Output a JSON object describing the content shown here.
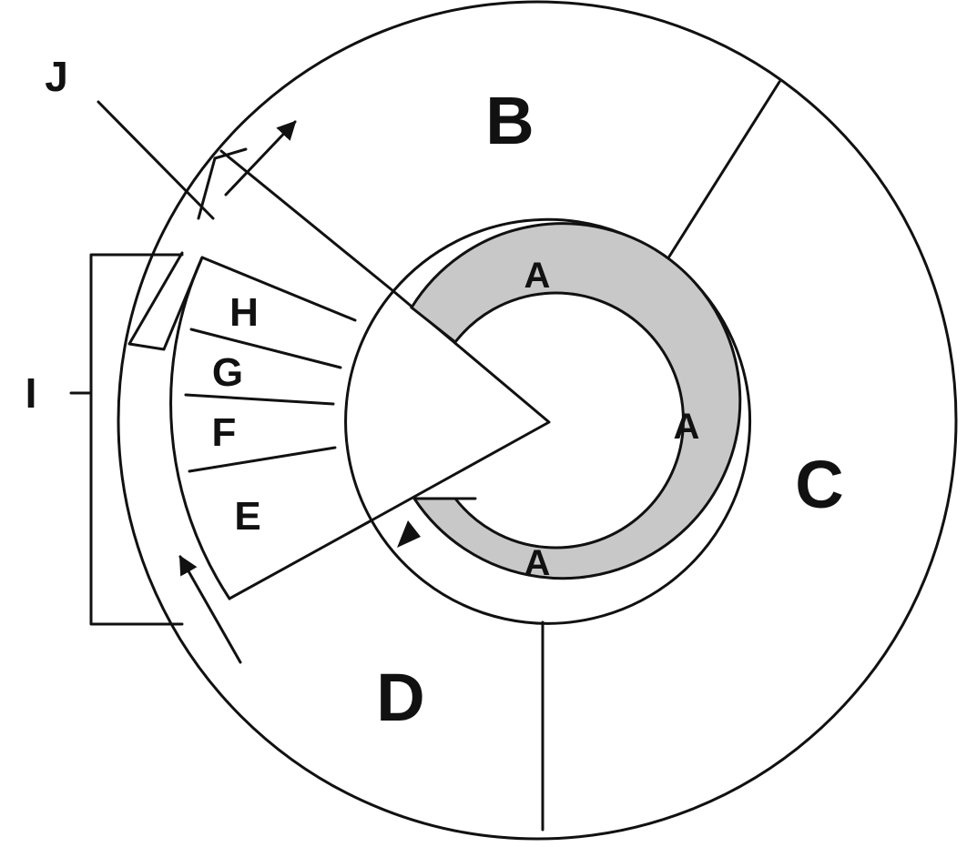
{
  "diagram": {
    "labels": {
      "a_top": "A",
      "a_right": "A",
      "a_bottom": "A",
      "b": "B",
      "c": "C",
      "d": "D",
      "e": "E",
      "f": "F",
      "g": "G",
      "h": "H",
      "i": "I",
      "j": "J"
    },
    "colors": {
      "stroke": "#111111",
      "ring_fill": "#c8c8c8",
      "background": "#ffffff"
    }
  }
}
